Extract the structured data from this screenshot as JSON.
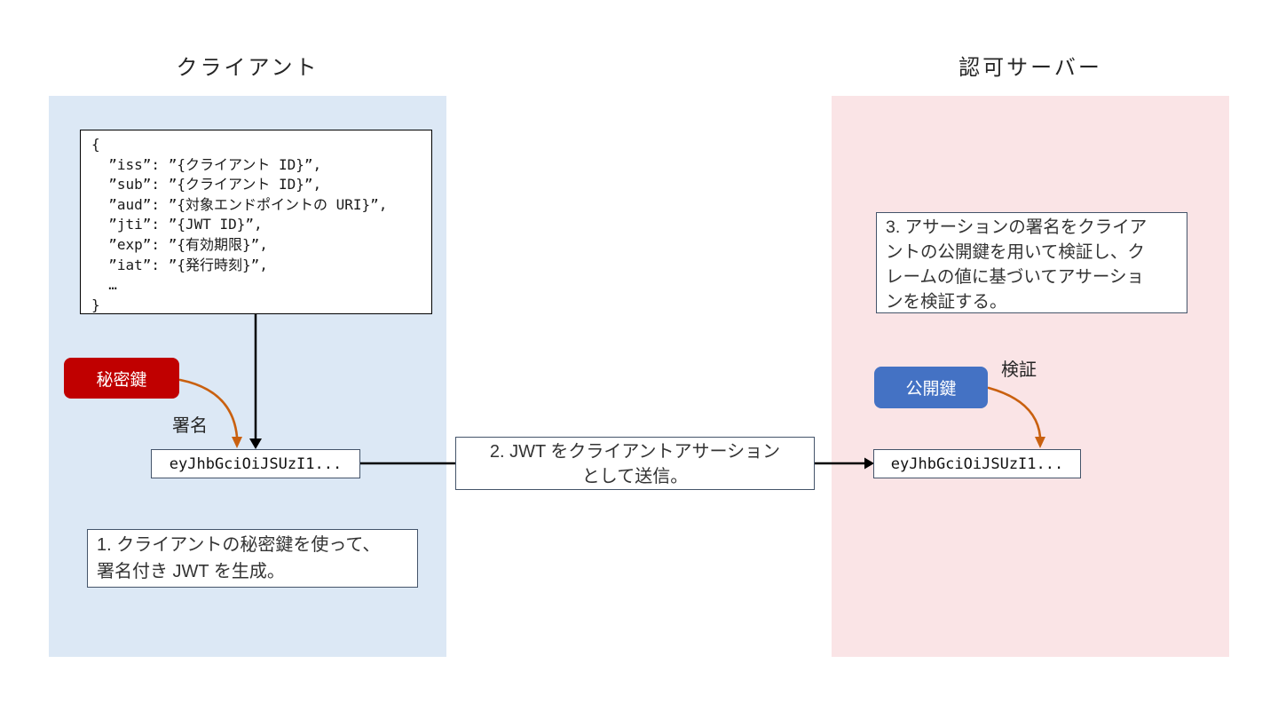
{
  "client": {
    "title": "クライアント",
    "jwt_payload": "{\n  ”iss”: ”{クライアント ID}”,\n  ”sub”: ”{クライアント ID}”,\n  ”aud”: ”{対象エンドポイントの URI}”,\n  ”jti”: ”{JWT ID}”,\n  ”exp”: ”{有効期限}”,\n  ”iat”: ”{発行時刻}”,\n  …\n}",
    "private_key_label": "秘密鍵",
    "sign_label": "署名",
    "jwt_value": "eyJhbGciOiJSUzI1...",
    "step1": "1. クライアントの秘密鍵を使って、\n署名付き JWT を生成。"
  },
  "transfer": {
    "step2": "2. JWT をクライアントアサーション\nとして送信。"
  },
  "auth_server": {
    "title": "認可サーバー",
    "step3": "3. アサーションの署名をクライア\nントの公開鍵を用いて検証し、ク\nレームの値に基づいてアサーショ\nンを検証する。",
    "public_key_label": "公開鍵",
    "verify_label": "検証",
    "jwt_value": "eyJhbGciOiJSUzI1..."
  },
  "colors": {
    "client_panel": "#dce8f5",
    "server_panel": "#fae4e6",
    "private_key": "#c00000",
    "public_key": "#4472c4",
    "arrow_orange": "#c9600f",
    "box_border": "#44546a"
  }
}
